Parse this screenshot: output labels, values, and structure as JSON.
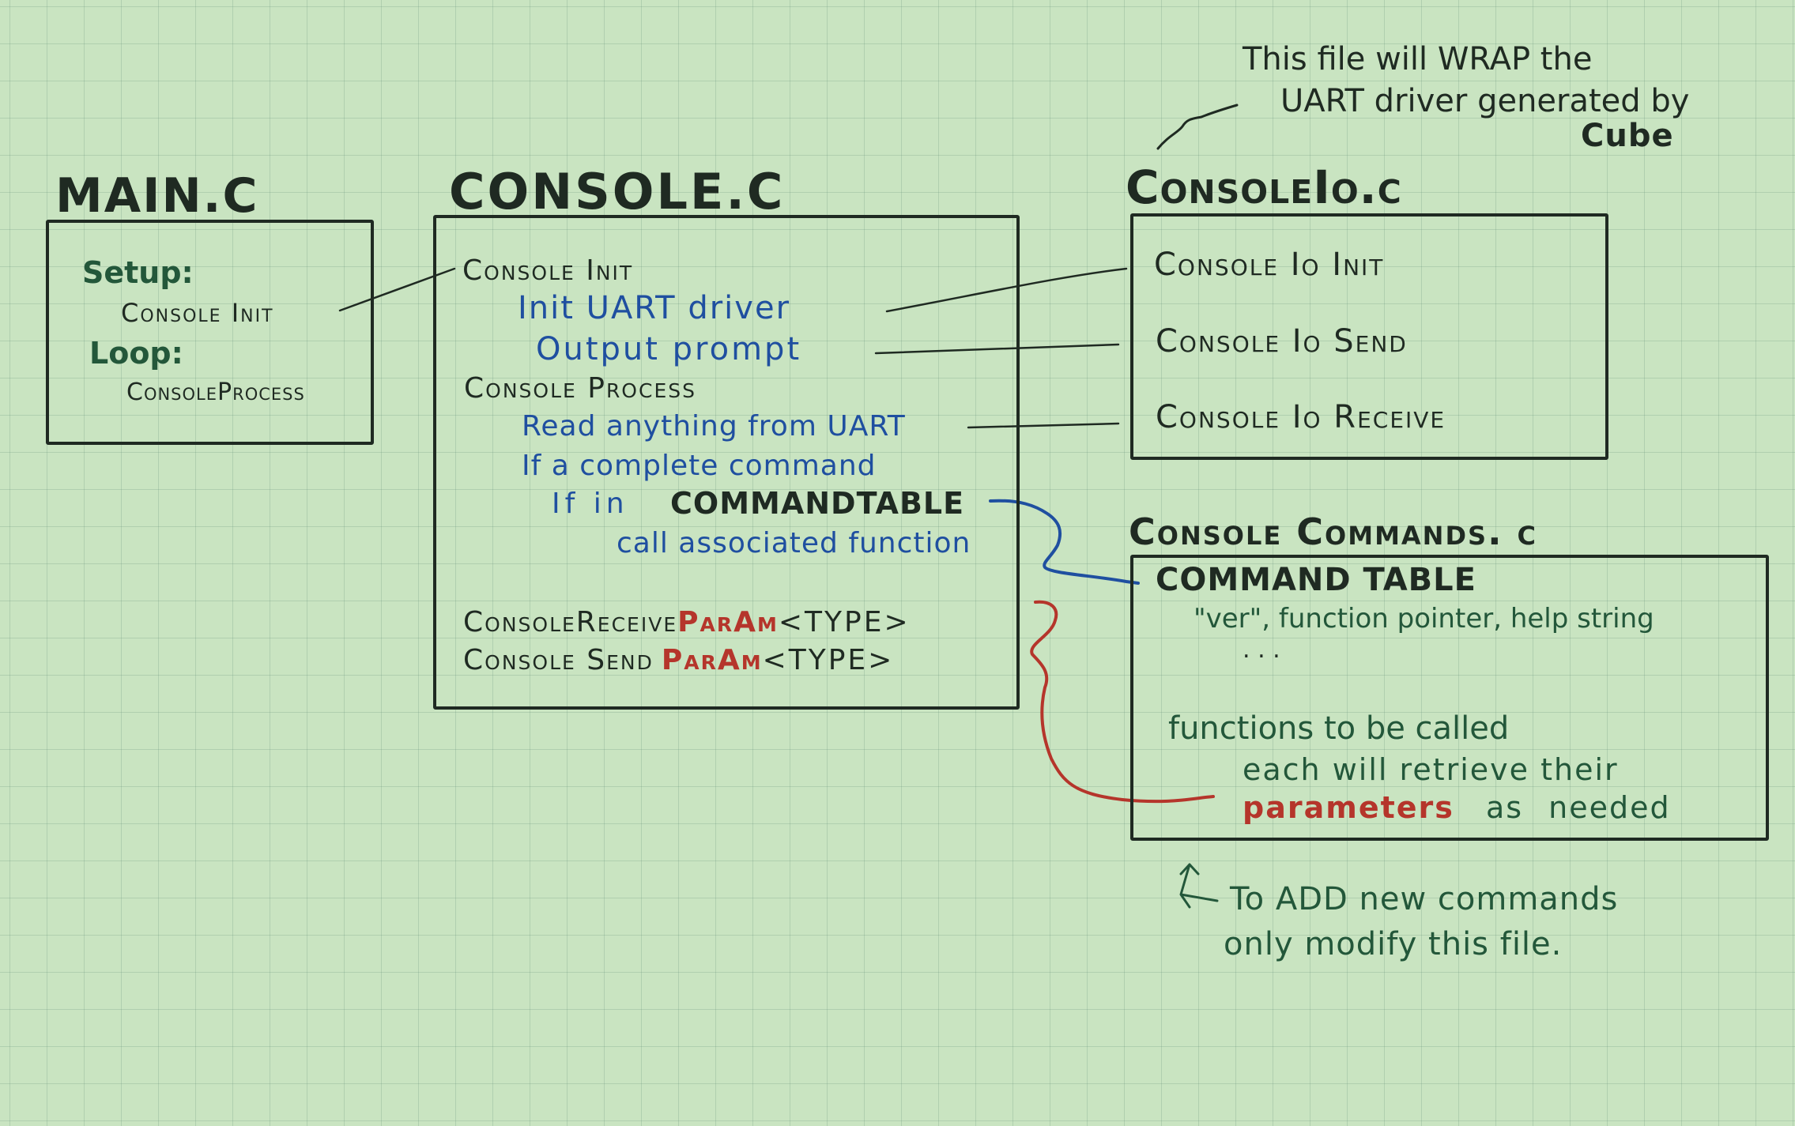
{
  "colors": {
    "ink_black": "#1f2a22",
    "ink_green": "#23573a",
    "ink_blue": "#1f4fa0",
    "ink_red": "#b5352b",
    "paper": "#c9e4c1"
  },
  "annotation_top": {
    "line1": "This file will WRAP the",
    "line2": "UART driver generated by",
    "line3": "Cube"
  },
  "main_c": {
    "title": "MAIN.C",
    "setup_label": "Setup:",
    "setup_item": "Console Init",
    "loop_label": "Loop:",
    "loop_item": "ConsoleProcess"
  },
  "console_c": {
    "title": "CONSOLE.C",
    "init_title": "Console Init",
    "init_steps": [
      "Init UART driver",
      "Output prompt"
    ],
    "process_title": "Console Process",
    "process_step1": "Read anything from UART",
    "process_step2": "If a complete command",
    "process_step3_prefix": "If in",
    "process_step3_table": "COMMANDTABLE",
    "process_step4": "call associated function",
    "receive_prefix": "ConsoleReceive",
    "receive_param": "ParAm",
    "receive_suffix": "<TYPE>",
    "send_prefix": "Console Send",
    "send_param": "ParAm",
    "send_suffix": "<TYPE>"
  },
  "consoleio_c": {
    "title": "ConsoleIo.c",
    "items": [
      "Console Io Init",
      "Console Io Send",
      "Console Io Receive"
    ]
  },
  "consolecommands_c": {
    "title": "Console Commands. c",
    "table_title": "COMMAND TABLE",
    "table_entry": "\"ver\", function pointer, help string",
    "ellipsis": ". . .",
    "functions_title": "functions to be called",
    "functions_line2": "each will retrieve their",
    "functions_line3_red": "parameters",
    "functions_line3_rest": "as needed"
  },
  "annotation_bottom": {
    "line1": "To ADD new commands",
    "line2": "only modify this file."
  }
}
